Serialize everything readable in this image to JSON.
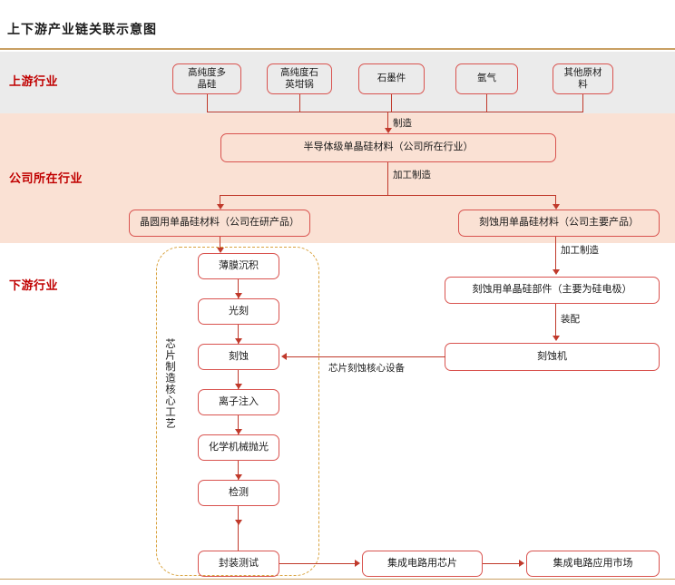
{
  "title": "上下游产业链关联示意图",
  "bands": [
    {
      "key": "upstream",
      "label": "上游行业"
    },
    {
      "key": "company",
      "label": "公司所在行业"
    },
    {
      "key": "downstream",
      "label": "下游行业"
    }
  ],
  "upstream_nodes": [
    {
      "label": "高纯度多\n晶硅"
    },
    {
      "label": "高纯度石\n英坩锅"
    },
    {
      "label": "石墨件"
    },
    {
      "label": "氩气"
    },
    {
      "label": "其他原材\n料"
    }
  ],
  "company_nodes": [
    {
      "label": "半导体级单晶硅材料（公司所在行业）"
    },
    {
      "label": "晶圆用单晶硅材料（公司在研产品）"
    },
    {
      "label": "刻蚀用单晶硅材料（公司主要产品）"
    }
  ],
  "process_chain": {
    "group_label": "芯片制造核心工艺",
    "steps": [
      {
        "label": "薄膜沉积"
      },
      {
        "label": "光刻"
      },
      {
        "label": "刻蚀"
      },
      {
        "label": "离子注入"
      },
      {
        "label": "化学机械抛光"
      },
      {
        "label": "检测"
      },
      {
        "label": "封装测试"
      }
    ]
  },
  "equipment_chain": [
    {
      "label": "刻蚀用单晶硅部件（主要为硅电极）"
    },
    {
      "label": "刻蚀机"
    }
  ],
  "market_chain": [
    {
      "label": "集成电路用芯片"
    },
    {
      "label": "集成电路应用市场"
    }
  ],
  "edge_labels": {
    "manufacture": "制造",
    "processing1": "加工制造",
    "processing2": "加工制造",
    "assembly": "装配",
    "core_equipment": "芯片刻蚀核心设备"
  },
  "colors": {
    "band_upstream": "#ebebeb",
    "band_company": "#fae1d4",
    "band_downstream": "#ffffff",
    "band_label": "#c00000",
    "box_border": "#d9534f",
    "connector": "#c0392b",
    "rule": "#c9a063",
    "dashed_group": "#d9a441"
  }
}
